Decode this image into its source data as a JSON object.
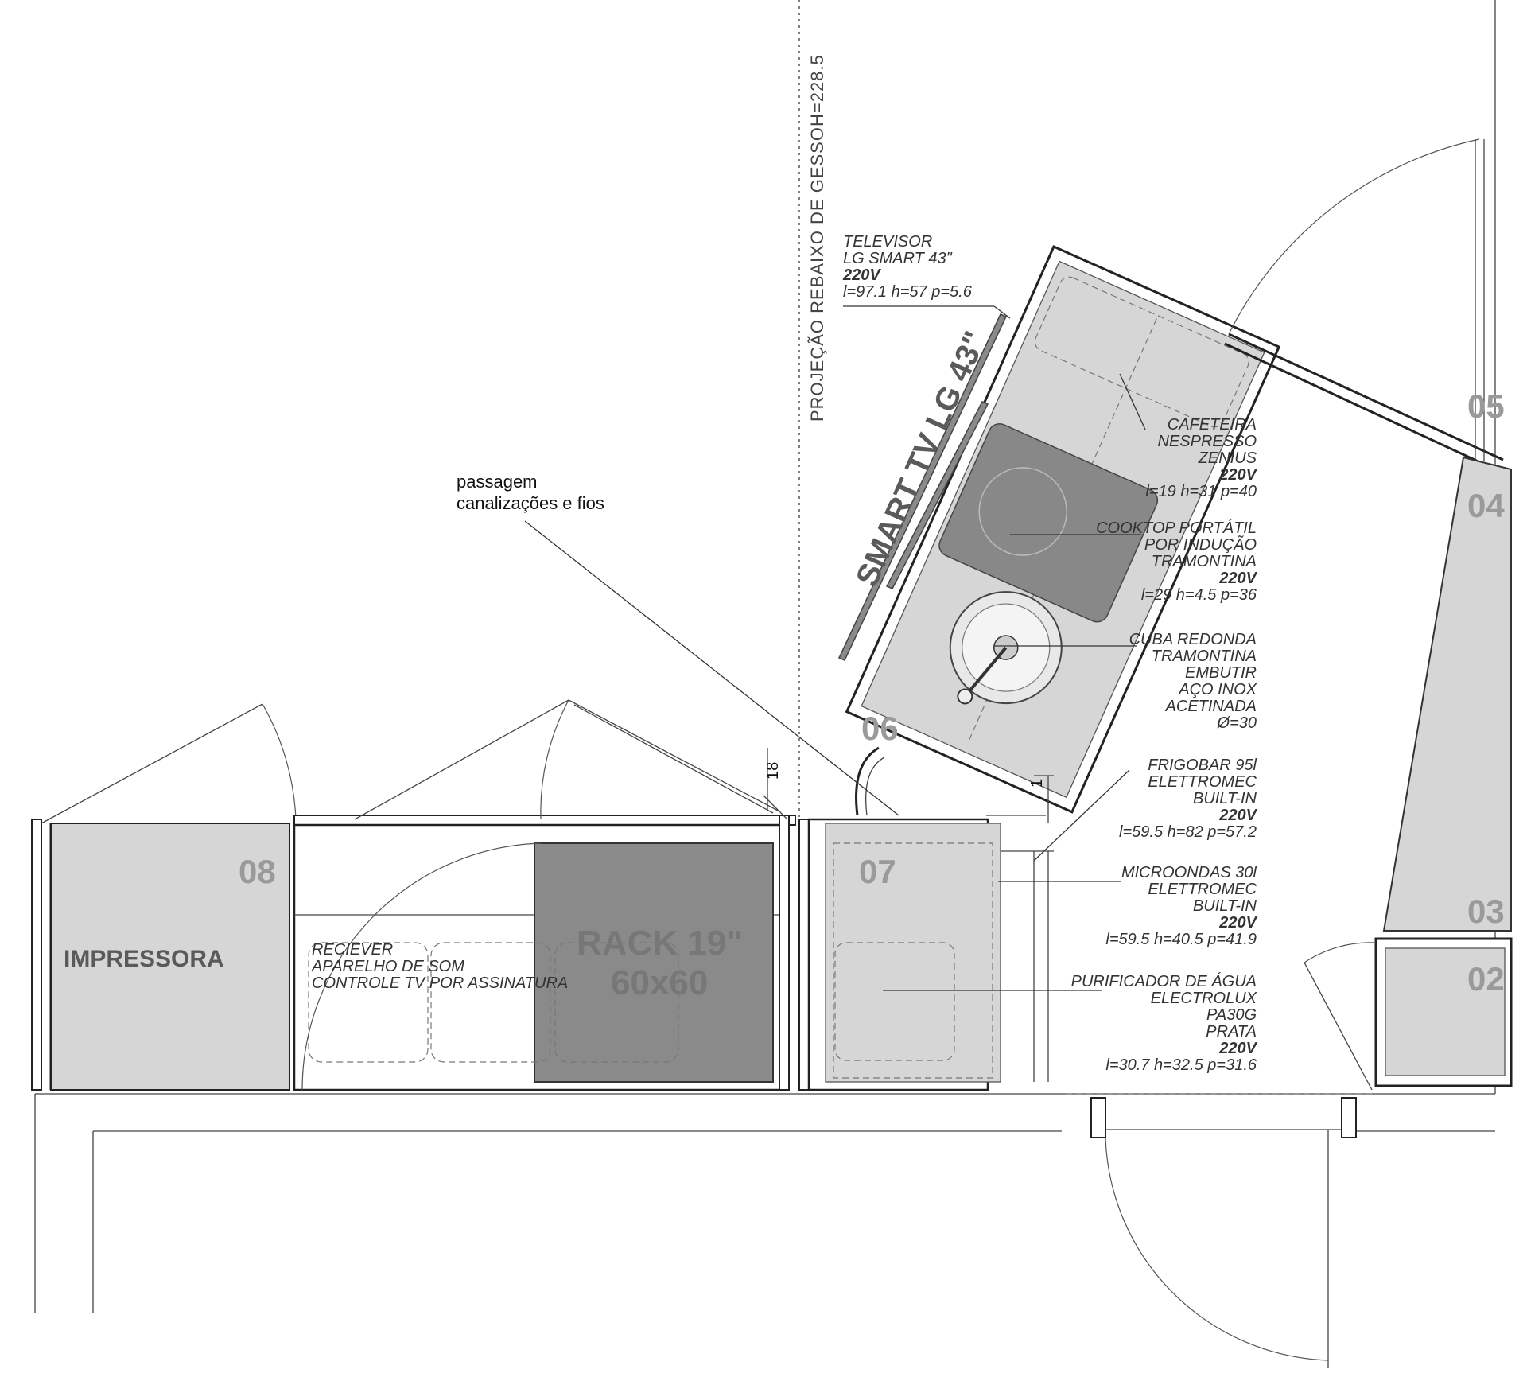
{
  "projection_label": "PROJEÇÃO REBAIXO DE GESSOH=228.5",
  "pass_note": {
    "line1": "passagem",
    "line2": "canalizações e fios"
  },
  "tv_label": "SMART TV LG 43\"",
  "modules": {
    "m02": "02",
    "m03": "03",
    "m04": "04",
    "m05": "05",
    "m06": "06",
    "m07": "07",
    "m08": "08"
  },
  "impressora": "IMPRESSORA",
  "rack": {
    "line1": "RACK 19\"",
    "line2": "60x60"
  },
  "receiver": {
    "line1": "RECIEVER",
    "line2": "APARELHO DE SOM",
    "line3": "CONTROLE TV POR ASSINATURA"
  },
  "dimensions": {
    "d18": "18",
    "d1": "1"
  },
  "televisor": {
    "line1": "TELEVISOR",
    "line2": "LG SMART 43\"",
    "volt": "220V",
    "dims": "l=97.1 h=57  p=5.6"
  },
  "cafeteira": {
    "line1": "CAFETEIRA",
    "line2": "NESPRESSO",
    "line3": "ZENIUS",
    "volt": "220V",
    "dims": "l=19 h=31  p=40"
  },
  "cooktop": {
    "line1": "COOKTOP PORTÁTIL",
    "line2": "POR INDUÇÃO",
    "line3": "TRAMONTINA",
    "volt": "220V",
    "dims": "l=29 h=4.5  p=36"
  },
  "cuba": {
    "line1": "CUBA REDONDA",
    "line2": "TRAMONTINA",
    "line3": "EMBUTIR",
    "line4": "AÇO INOX",
    "line5": "ACETINADA",
    "line6": "Ø=30"
  },
  "frigobar": {
    "line1": "FRIGOBAR 95l",
    "line2": "ELETTROMEC",
    "line3": "BUILT-IN",
    "volt": "220V",
    "dims": "l=59.5 h=82  p=57.2"
  },
  "microondas": {
    "line1": "MICROONDAS 30l",
    "line2": "ELETTROMEC",
    "line3": "BUILT-IN",
    "volt": "220V",
    "dims": "l=59.5 h=40.5  p=41.9"
  },
  "purificador": {
    "line1": "PURIFICADOR DE ÁGUA",
    "line2": "ELECTROLUX",
    "line3": "PA30G",
    "line4": "PRATA",
    "volt": "220V",
    "dims": "l=30.7 h=32.5  p=31.6"
  },
  "colors": {
    "fill_light": "#d6d6d6",
    "fill_dark": "#8a8a8a",
    "wall": "#222222"
  }
}
